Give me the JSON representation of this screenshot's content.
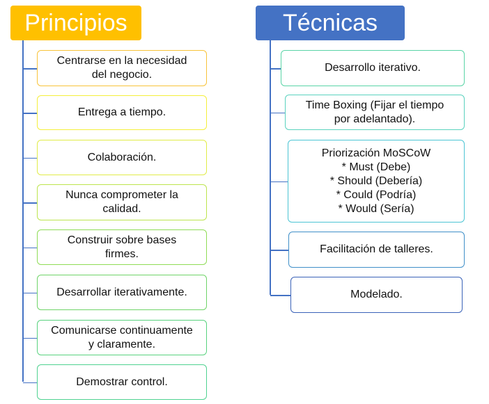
{
  "principios": {
    "title": "Principios",
    "color": "#ffc000",
    "items": [
      {
        "label": "Centrarse en la necesidad\ndel negocio.",
        "border": "#f8c33a"
      },
      {
        "label": "Entrega a tiempo.",
        "border": "#f5ef3a"
      },
      {
        "label": "Colaboración.",
        "border": "#e1ec48"
      },
      {
        "label": "Nunca comprometer la\ncalidad.",
        "border": "#bde54e"
      },
      {
        "label": "Construir sobre bases\nfirmes.",
        "border": "#8fdc56"
      },
      {
        "label": "Desarrollar iterativamente.",
        "border": "#6fd468"
      },
      {
        "label": "Comunicarse continuamente\ny claramente.",
        "border": "#58d27e"
      },
      {
        "label": "Demostrar control.",
        "border": "#4fd290"
      }
    ]
  },
  "tecnicas": {
    "title": "Técnicas",
    "color": "#4472c4",
    "items": [
      {
        "label": "Desarrollo iterativo.",
        "border": "#5ad4a6"
      },
      {
        "label": "Time Boxing (Fijar el tiempo\npor adelantado).",
        "border": "#5ad2be"
      },
      {
        "label": "Priorización MoSCoW\n* Must (Debe)\n* Should (Debería)\n* Could (Podría)\n* Would (Sería)",
        "border": "#4cc5d4"
      },
      {
        "label": "Facilitación de talleres.",
        "border": "#3f8fc8"
      },
      {
        "label": "Modelado.",
        "border": "#3a62b8"
      }
    ]
  }
}
